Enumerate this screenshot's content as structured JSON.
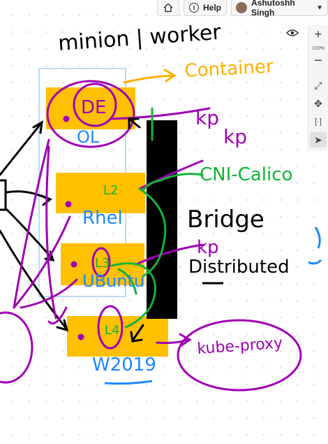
{
  "topbar": {
    "help_label": "Help",
    "user_name": "Ashutoshh Singh"
  },
  "tools": {
    "zoom_level": "100%",
    "icons": [
      "eye-icon",
      "plus-icon",
      "minus-icon",
      "expand-icon",
      "pan-icon",
      "fit-icon",
      "pointer-icon"
    ]
  },
  "board": {
    "title": "minion | worker",
    "labels": {
      "container": "Container",
      "kp1": "kp",
      "kp2": "kp",
      "kp3": "kp",
      "cni": "CNI-Calico",
      "bridge": "Bridge",
      "distributed": "Distributed",
      "kube_proxy": "kube-proxy",
      "os_ol": "OL",
      "os_rhel": "Rhel",
      "os_ubuntu": "UBuntu",
      "os_w2019": "W2019",
      "node_de": "DE",
      "node_l2": "L2",
      "node_l3": "L3",
      "node_l4": "L4"
    },
    "colors": {
      "node_fill": "#FFC000",
      "black_bar": "#000000",
      "purple": "#A000B4",
      "green": "#12B33A",
      "blue": "#1E88FF",
      "orange": "#FFB000",
      "selection": "#7AB8F5"
    }
  }
}
